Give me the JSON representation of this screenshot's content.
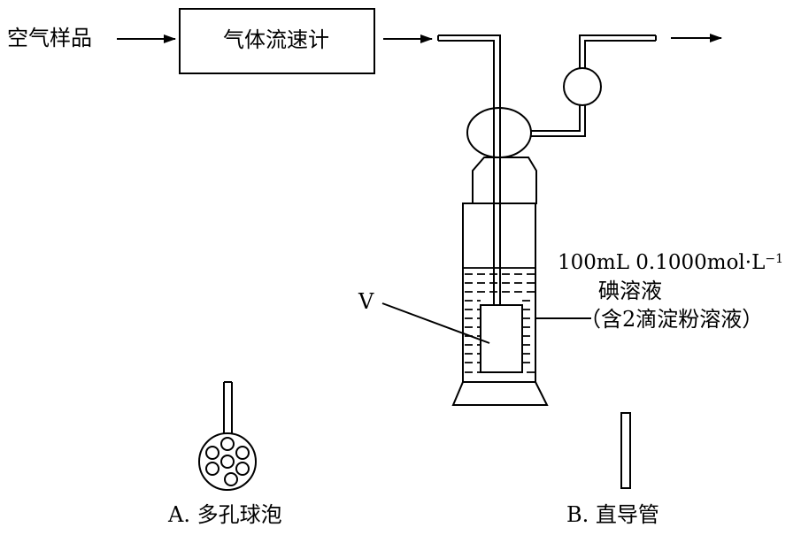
{
  "labels": {
    "air_sample": "空气样品",
    "flowmeter": "气体流速计",
    "solution_line1": "100mL 0.1000mol·L",
    "solution_superscript": "−1",
    "solution_line2": "碘溶液",
    "solution_line3": "（含2滴淀粉溶液）",
    "v_marker": "V",
    "option_a": "A. 多孔球泡",
    "option_b": "B. 直导管"
  }
}
